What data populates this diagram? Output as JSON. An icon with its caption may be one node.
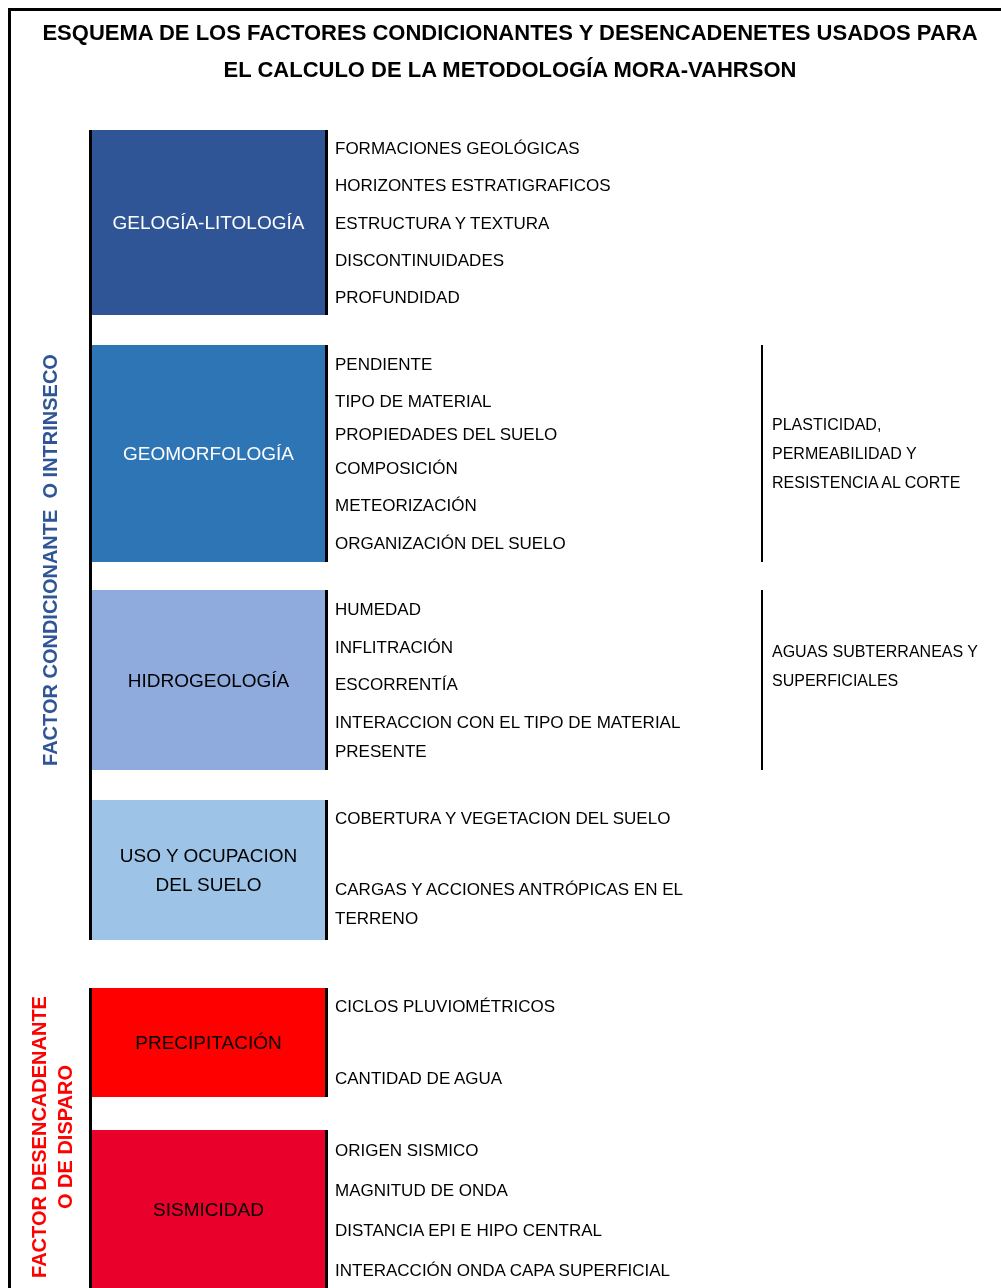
{
  "diagram": {
    "title": "ESQUEMA DE LOS FACTORES CONDICIONANTES Y DESENCADENETES USADOS PARA EL CALCULO DE LA METODOLOGÍA MORA-VAHRSON",
    "nodes": [
      {
        "text": [
          "GELOGÍA-LITOLOGÍA"
        ],
        "beside": [
          "FORMACIONES GEOLÓGICAS",
          "HORIZONTES ESTRATIGRAFICOS",
          "ESTRUCTURA Y TEXTURA",
          "DISCONTINUIDADES",
          "PROFUNDIDAD"
        ]
      },
      {
        "text": [
          "GEOMORFOLOGÍA"
        ],
        "beside": [
          "PENDIENTE",
          "TIPO DE MATERIAL",
          "PROPIEDADES DEL SUELO",
          "COMPOSICIÓN",
          "METEORIZACIÓN",
          "ORGANIZACIÓN DEL SUELO"
        ]
      },
      {
        "text": [
          "HIDROGEOLOGÍA"
        ],
        "beside": [
          "HUMEDAD",
          "INFLITRACIÓN",
          "ESCORRENTÍA",
          "INTERACCION CON EL TIPO DE MATERIAL PRESENTE"
        ]
      },
      {
        "text": [
          "USO Y OCUPACION DEL SUELO"
        ],
        "beside": [
          "COBERTURA Y VEGETACION DEL SUELO",
          "CARGAS Y ACCIONES ANTRÓPICAS EN EL TERRENO"
        ]
      },
      {
        "text": [
          "PRECIPITACIÓN"
        ],
        "beside": [
          "CICLOS PLUVIOMÉTRICOS",
          "CANTIDAD DE AGUA"
        ]
      },
      {
        "text": [
          "SISMICIDAD"
        ],
        "beside": [
          "ORIGEN SISMICO",
          "MAGNITUD DE ONDA",
          "DISTANCIA EPI E HIPO CENTRAL",
          "INTERACCIÓN ONDA CAPA SUPERFICIAL"
        ]
      }
    ],
    "labels": [
      "FACTOR CONDICIONANTE  O INTRINSECO",
      "PLASTICIDAD, PERMEABILIDAD Y RESISTENCIA AL CORTE",
      "AGUAS SUBTERRANEAS Y SUPERFICIALES",
      "FACTOR DESENCADENANTE O DE DISPARO"
    ]
  }
}
